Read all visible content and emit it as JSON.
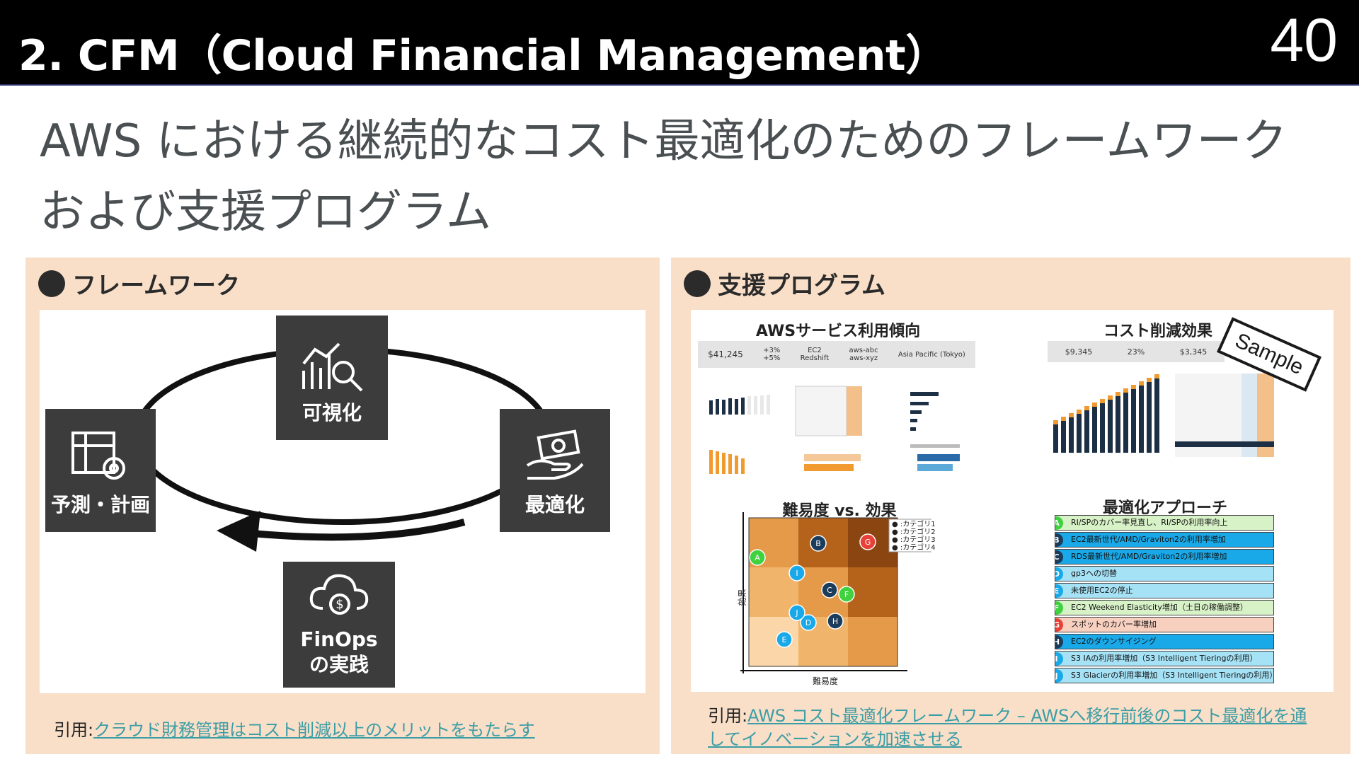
{
  "header": {
    "title": "2. CFM（Cloud Financial Management）",
    "page_number": "40"
  },
  "subtitle": "AWS における継続的なコスト最適化のためのフレームワークおよび支援プログラム",
  "framework_panel": {
    "heading": "フレームワーク",
    "nodes": {
      "visualize": "可視化",
      "forecast": "予測・計画",
      "optimize": "最適化",
      "finops_line1": "FinOps",
      "finops_line2": "の実践"
    },
    "cite_prefix": "引用:",
    "cite_link": "クラウド財務管理はコスト削減以上のメリットをもたらす"
  },
  "support_panel": {
    "heading": "支援プログラム",
    "card_usage_title": "AWSサービス利用傾向",
    "card_savings_title": "コスト削減効果",
    "card_matrix_title": "難易度 vs. 効果",
    "card_approach_title": "最適化アプローチ",
    "stamp": "Sample",
    "matrix": {
      "ylabel": "効果",
      "xlabel": "難易度",
      "legend": [
        "カテゴリ1",
        "カテゴリ2",
        "カテゴリ3",
        "カテゴリ4"
      ]
    },
    "approaches": [
      {
        "key": "A",
        "text": "RI/SPのカバー率見直し、RI/SPの利用率向上",
        "color": "#3fd13f",
        "bg": "#d8f2c8"
      },
      {
        "key": "B",
        "text": "EC2最新世代/AMD/Graviton2の利用率増加",
        "color": "#1c3c5c",
        "bg": "#1aa9e8"
      },
      {
        "key": "C",
        "text": "RDS最新世代/AMD/Graviton2の利用率増加",
        "color": "#1c3c5c",
        "bg": "#1aa9e8"
      },
      {
        "key": "D",
        "text": "gp3への切替",
        "color": "#1aa9e8",
        "bg": "#a6e2f6"
      },
      {
        "key": "E",
        "text": "未使用EC2の停止",
        "color": "#1aa9e8",
        "bg": "#a6e2f6"
      },
      {
        "key": "F",
        "text": "EC2 Weekend Elasticity増加（土日の稼働調整）",
        "color": "#3fd13f",
        "bg": "#d8f2c8"
      },
      {
        "key": "G",
        "text": "スポットのカバー率増加",
        "color": "#e8413a",
        "bg": "#f8d0c0"
      },
      {
        "key": "H",
        "text": "EC2のダウンサイジング",
        "color": "#1c3c5c",
        "bg": "#1aa9e8"
      },
      {
        "key": "I",
        "text": "S3 IAの利用率増加（S3 Intelligent Tieringの利用）",
        "color": "#1aa9e8",
        "bg": "#a6e2f6"
      },
      {
        "key": "J",
        "text": "S3 Glacierの利用率増加（S3 Intelligent Tieringの利用）",
        "color": "#1aa9e8",
        "bg": "#a6e2f6"
      }
    ],
    "usage_kpis": [
      "$41,245",
      "+3%",
      "+5%",
      "EC2",
      "Redshift",
      "aws-abc",
      "aws-xyz",
      "Asia Pacific (Tokyo)"
    ],
    "savings_kpis": [
      "$9,345",
      "23%",
      "$3,345"
    ],
    "cite_prefix": "引用:",
    "cite_link": "AWS コスト最適化フレームワーク – AWSへ移行前後のコスト最適化を通してイノベーションを加速させる"
  }
}
